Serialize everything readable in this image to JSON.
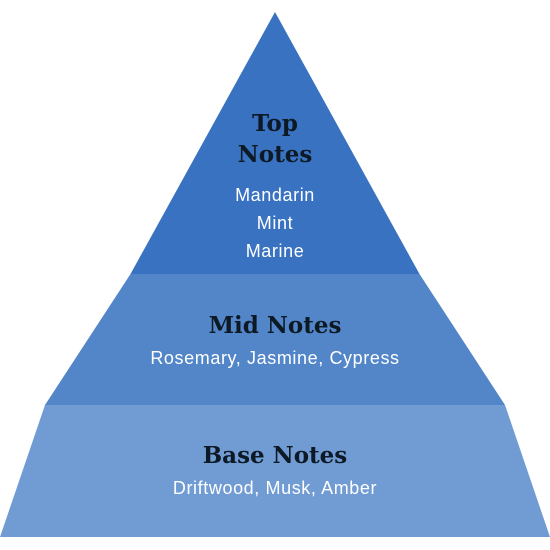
{
  "colors": {
    "background": "#ffffff",
    "top_tier": "#3a72c2",
    "mid_tier": "#5286c9",
    "base_tier": "#709bd3",
    "heading_text": "#0d1a26",
    "note_text": "#ffffff"
  },
  "pyramid": {
    "tiers": [
      {
        "heading_lines": [
          "Top",
          "Notes"
        ],
        "notes": [
          "Mandarin",
          "Mint",
          "Marine"
        ]
      },
      {
        "heading_lines": [
          "Mid Notes"
        ],
        "notes": [
          "Rosemary, Jasmine, Cypress"
        ]
      },
      {
        "heading_lines": [
          "Base Notes"
        ],
        "notes": [
          "Driftwood, Musk, Amber"
        ]
      }
    ]
  }
}
